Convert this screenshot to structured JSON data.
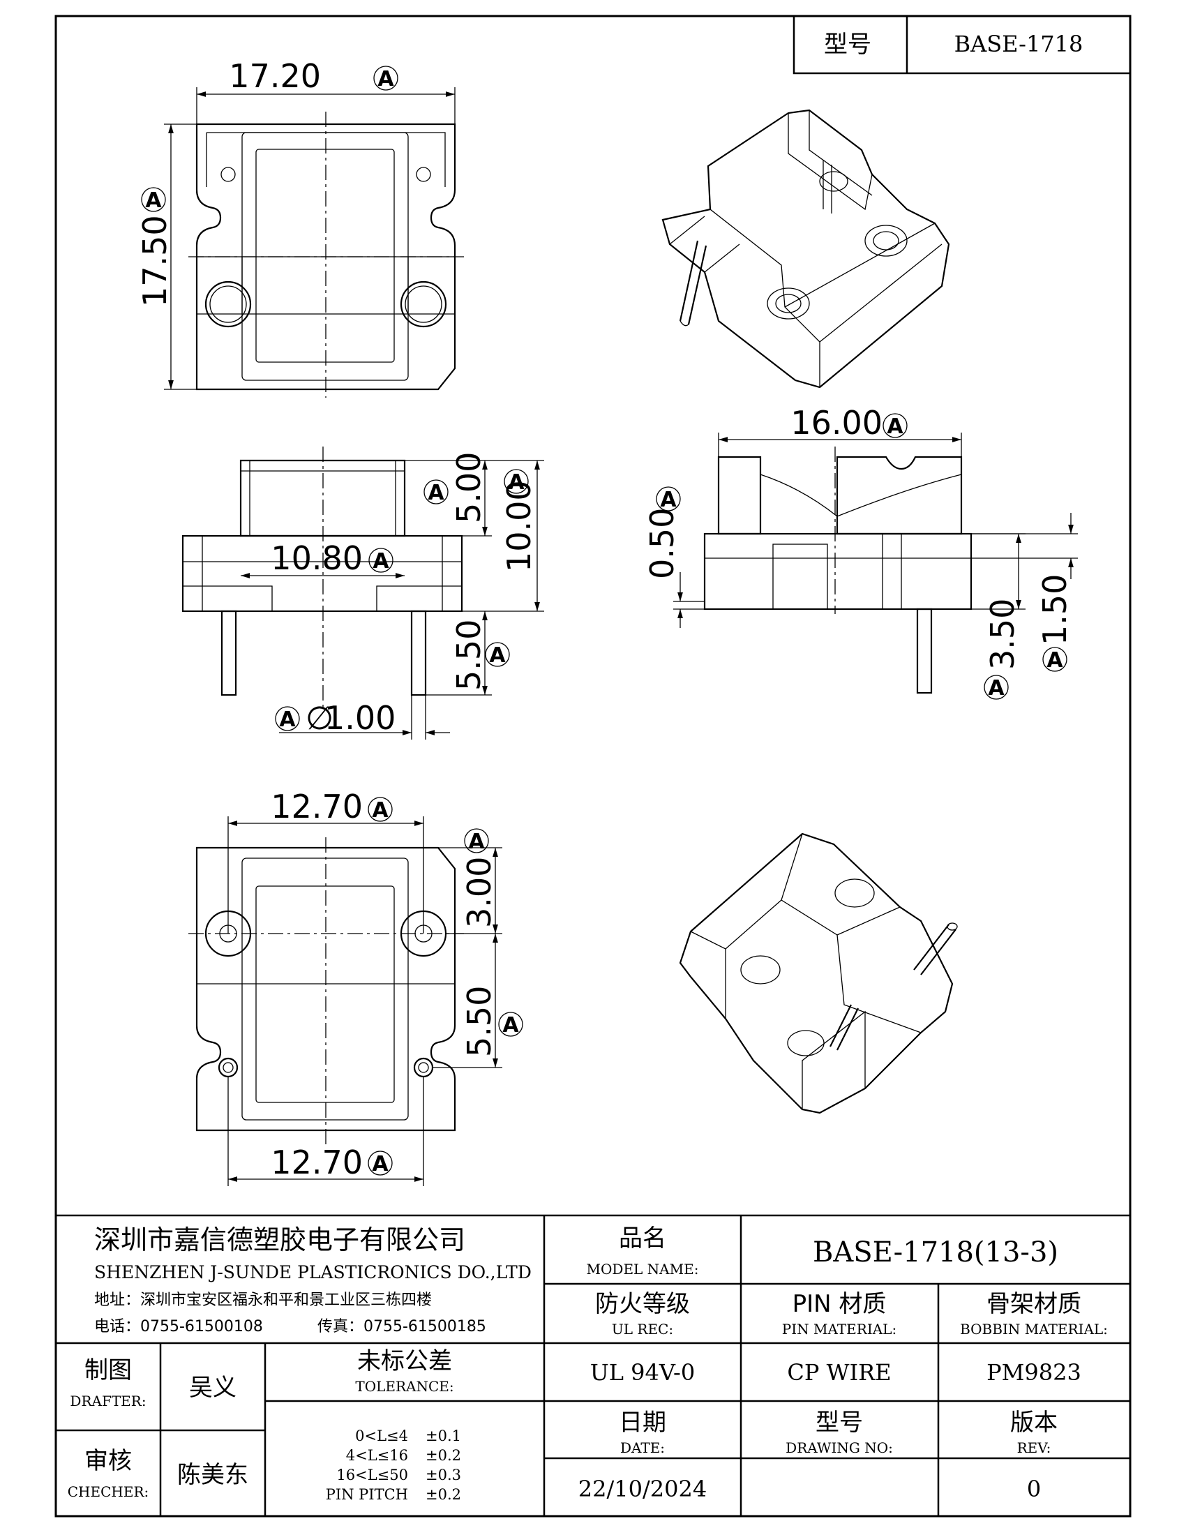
{
  "title_block_top": {
    "model_label": "型号",
    "model_value": "BASE-1718"
  },
  "dimensions": {
    "top_width": "17.20",
    "top_height": "17.50",
    "front_upper": "5.00",
    "front_total": "10.00",
    "front_inner": "10.80",
    "front_pin_len": "5.50",
    "pin_dia_prefix": "∅",
    "pin_dia": "1.00",
    "side_width": "16.00",
    "side_small": "0.50",
    "side_35": "3.50",
    "side_15": "1.50",
    "bottom_top_width": "12.70",
    "bottom_right_30": "3.00",
    "bottom_right_55": "5.50",
    "bottom_bottom_width": "12.70",
    "datum_letter": "A"
  },
  "company": {
    "name_cn": "深圳市嘉信德塑胶电子有限公司",
    "name_en": "SHENZHEN J-SUNDE PLASTICRONICS DO.,LTD",
    "address": "地址：深圳市宝安区福永和平和景工业区三栋四楼",
    "phone": "电话：0755-61500108",
    "fax": "传真：0755-61500185"
  },
  "title_block": {
    "model_name_cn": "品名",
    "model_name_en": "MODEL NAME:",
    "model_name_value": "BASE-1718(13-3)",
    "ul_cn": "防火等级",
    "ul_en": "UL REC:",
    "ul_value": "UL 94V-0",
    "pin_cn": "PIN 材质",
    "pin_en": "PIN MATERIAL:",
    "pin_value": "CP WIRE",
    "bobbin_cn": "骨架材质",
    "bobbin_en": "BOBBIN MATERIAL:",
    "bobbin_value": "PM9823",
    "drafter_cn": "制图",
    "drafter_en": "DRAFTER:",
    "drafter_name": "吴义",
    "checker_cn": "审核",
    "checker_en": "CHECHER:",
    "checker_name": "陈美东",
    "tolerance_cn": "未标公差",
    "tolerance_en": "TOLERANCE:",
    "tolerances": [
      {
        "range": "0<L≤4",
        "value": "±0.1"
      },
      {
        "range": "4<L≤16",
        "value": "±0.2"
      },
      {
        "range": "16<L≤50",
        "value": "±0.3"
      },
      {
        "range": "PIN PITCH",
        "value": "±0.2"
      }
    ],
    "date_cn": "日期",
    "date_en": "DATE:",
    "date_value": "22/10/2024",
    "drawing_no_cn": "型号",
    "drawing_no_en": "DRAWING NO:",
    "drawing_no_value": "",
    "rev_cn": "版本",
    "rev_en": "REV:",
    "rev_value": "0"
  }
}
